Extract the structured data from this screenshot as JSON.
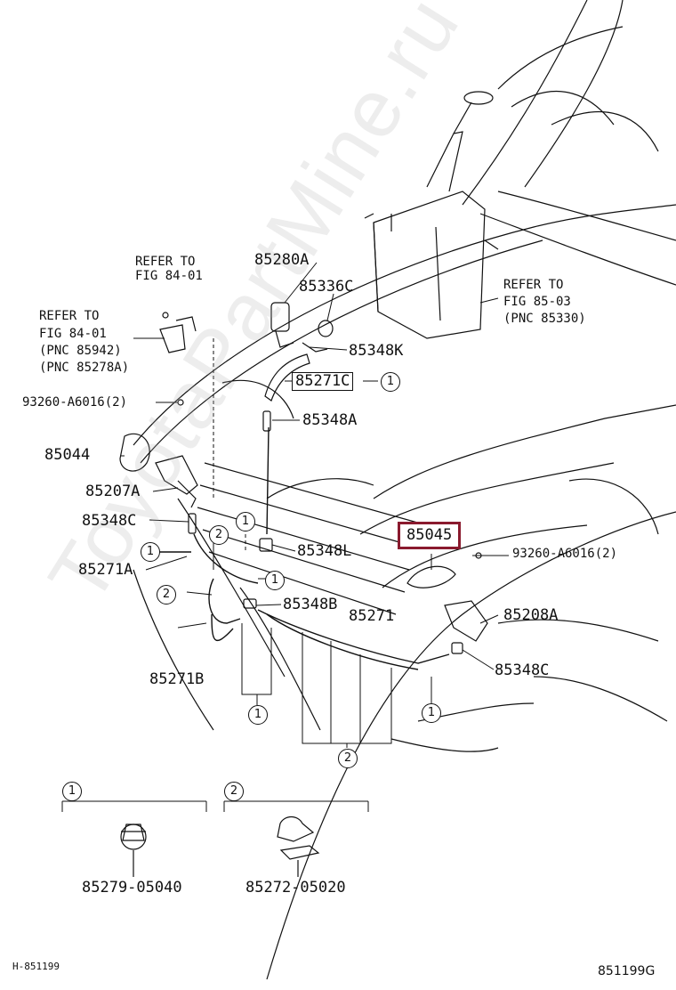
{
  "callouts": {
    "refer_fig8401_a": [
      "REFER TO",
      "FIG 84-01"
    ],
    "refer_fig8401_b": [
      "REFER TO",
      "FIG 84-01",
      "(PNC 85942)",
      "(PNC 85278A)"
    ],
    "refer_fig8503": [
      "REFER TO",
      "FIG 85-03",
      "(PNC 85330)"
    ]
  },
  "parts": {
    "p85280A": "85280A",
    "p85336C": "85336C",
    "p85348K": "85348K",
    "p85271C": "85271C",
    "p85348A": "85348A",
    "p93260_left": "93260-A6016(2)",
    "p85044": "85044",
    "p85207A": "85207A",
    "p85348C_left": "85348C",
    "p85271A": "85271A",
    "p85348L": "85348L",
    "p85348B": "85348B",
    "p85271": "85271",
    "p85271B": "85271B",
    "p85045": "85045",
    "p93260_right": "93260-A6016(2)",
    "p85208A": "85208A",
    "p85348C_right": "85348C"
  },
  "legend": {
    "clip1_number": "1",
    "clip1_part": "85279-05040",
    "clip2_number": "2",
    "clip2_part": "85272-05020"
  },
  "markers": {
    "one": "1",
    "two": "2"
  },
  "footer": {
    "left_code": "H-851199",
    "right_code": "851199G"
  },
  "watermark": "ToyotaPartMine.ru",
  "colors": {
    "highlight": "#8a1a2e",
    "ink": "#111111"
  }
}
